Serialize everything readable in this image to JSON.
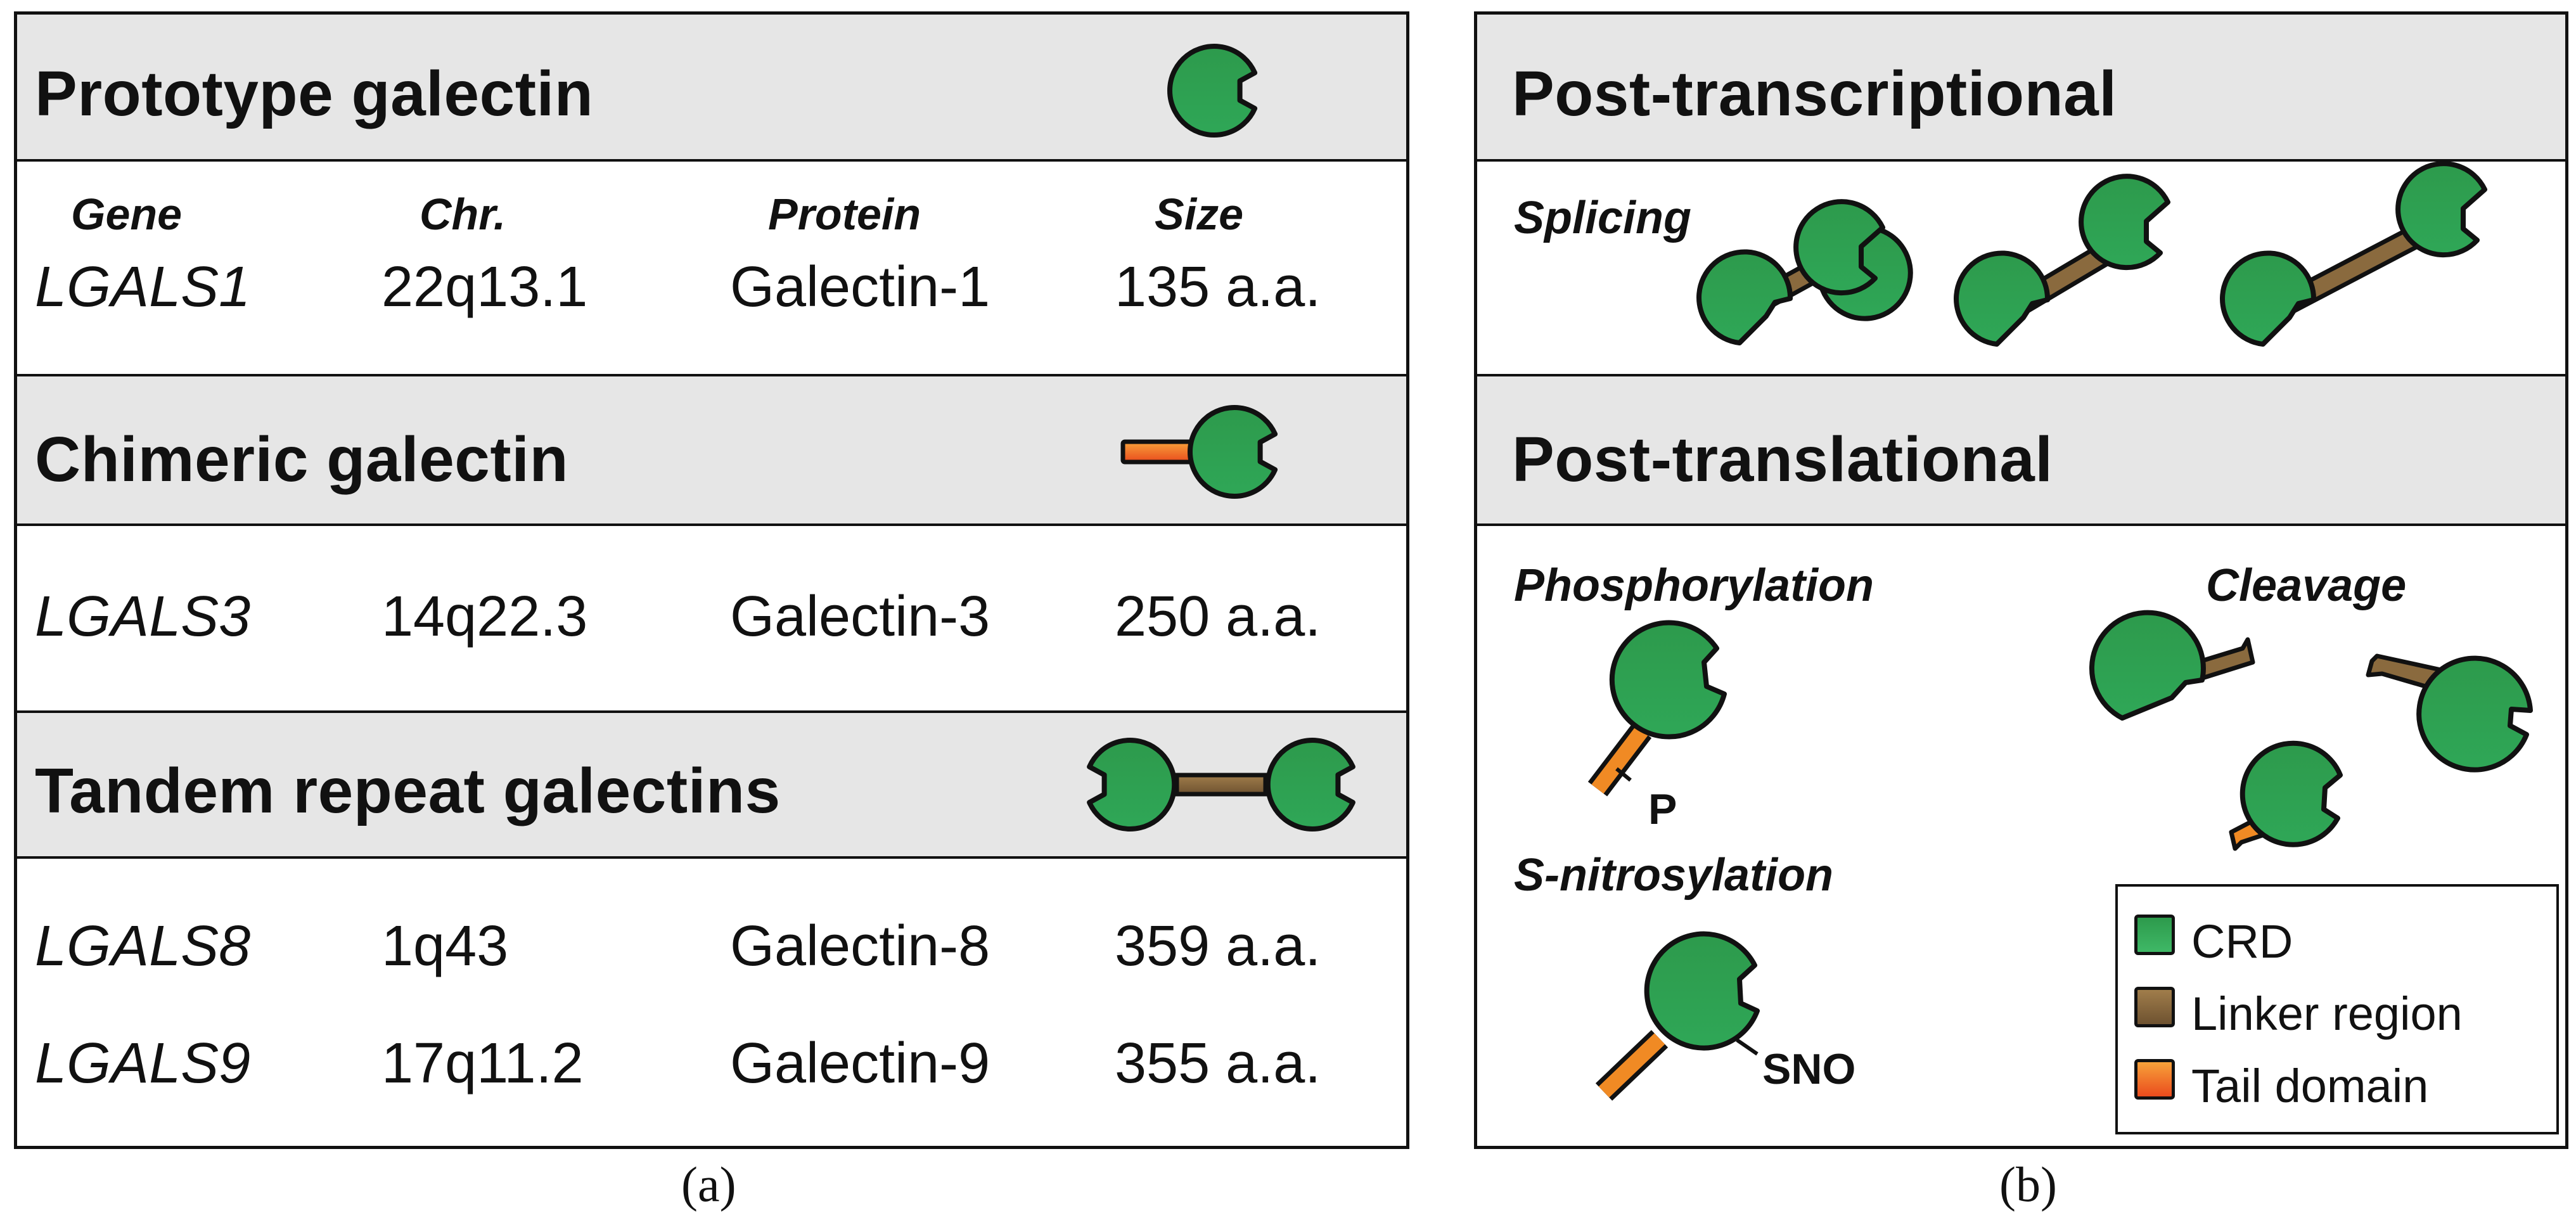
{
  "colors": {
    "crd_green": "#2e9e50",
    "crd_green_light": "#3fb866",
    "linker_brown": "#8a6a3e",
    "tail_orange": "#f08a24",
    "outline": "#111111",
    "band_gray": "#e6e6e6"
  },
  "panel_a": {
    "caption": "(a)",
    "columns": {
      "gene": "Gene",
      "chr": "Chr.",
      "protein": "Protein",
      "size": "Size"
    },
    "prototype": {
      "title": "Prototype galectin",
      "icon": "single-crd-icon",
      "rows": [
        {
          "gene": "LGALS1",
          "chr": "22q13.1",
          "protein": "Galectin-1",
          "size": "135 a.a."
        }
      ]
    },
    "chimeric": {
      "title": "Chimeric galectin",
      "icon": "tail-crd-icon",
      "rows": [
        {
          "gene": "LGALS3",
          "chr": "14q22.3",
          "protein": "Galectin-3",
          "size": "250 a.a."
        }
      ]
    },
    "tandem": {
      "title": "Tandem repeat galectins",
      "icon": "tandem-crd-icon",
      "rows": [
        {
          "gene": "LGALS8",
          "chr": "1q43",
          "protein": "Galectin-8",
          "size": "359 a.a."
        },
        {
          "gene": "LGALS9",
          "chr": "17q11.2",
          "protein": "Galectin-9",
          "size": "355 a.a."
        }
      ]
    }
  },
  "panel_b": {
    "caption": "(b)",
    "post_transcriptional": {
      "title": "Post-transcriptional",
      "splicing_label": "Splicing",
      "icon": "splice-variant-icon"
    },
    "post_translational": {
      "title": "Post-translational",
      "phosphorylation_label": "Phosphorylation",
      "phospho_mark": "P",
      "cleavage_label": "Cleavage",
      "nitrosylation_label": "S-nitrosylation",
      "sno_mark": "SNO"
    },
    "legend": {
      "items": [
        {
          "label": "CRD",
          "color": "#2e9e50"
        },
        {
          "label": "Linker region",
          "color": "#8a6a3e"
        },
        {
          "label": "Tail domain",
          "color": "#f08a24"
        }
      ]
    }
  }
}
